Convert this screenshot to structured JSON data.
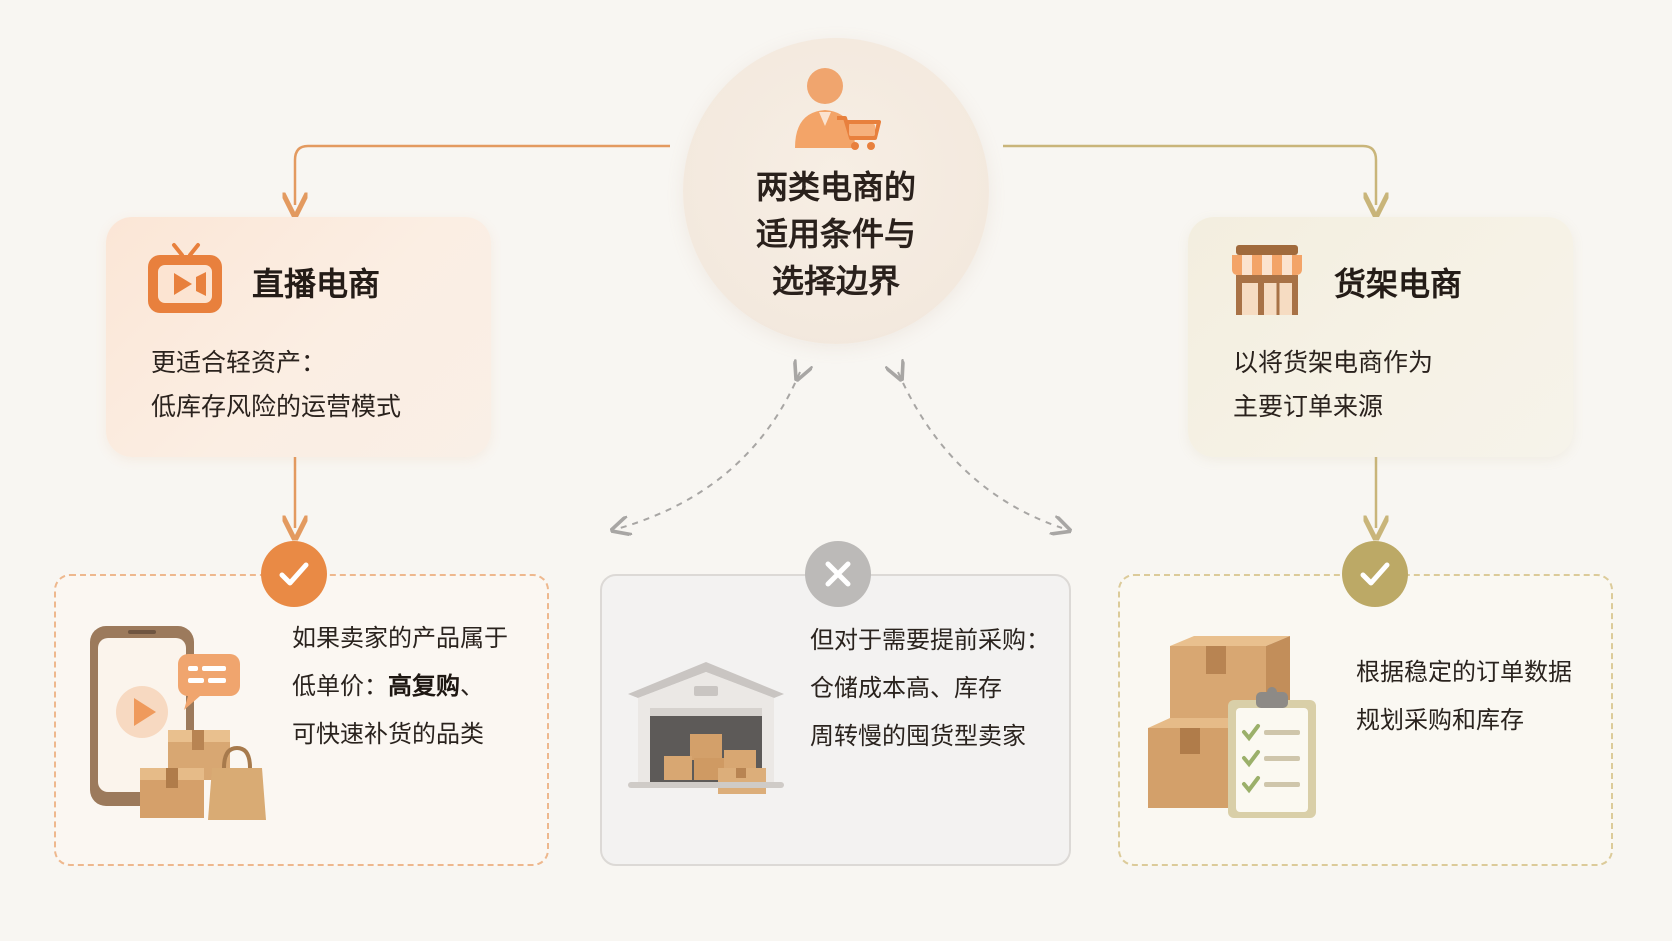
{
  "center": {
    "title_lines": [
      "两类电商的",
      "适用条件与",
      "选择边界"
    ],
    "icon": "shopper-with-cart-icon"
  },
  "live": {
    "title": "直播电商",
    "icon": "tv-video-icon",
    "desc_lines": [
      "更适合轻资产：",
      "低库存风险的运营模式"
    ],
    "accent": "#e98a45"
  },
  "shelf": {
    "title": "货架电商",
    "icon": "storefront-icon",
    "desc_lines": [
      "以将货架电商作为",
      "主要订单来源"
    ],
    "accent": "#bca966"
  },
  "boxes": {
    "live_ok": {
      "icon": "phone-with-boxes-icon",
      "badge": "check-icon",
      "line1": "如果卖家的产品属于",
      "line2_prefix": "低单价：",
      "line2_bold": "高复购",
      "line2_suffix": "、",
      "line3": "可快速补货的品类"
    },
    "not_fit": {
      "icon": "warehouse-icon",
      "badge": "x-icon",
      "lines": [
        "但对于需要提前采购：",
        "仓储成本高、库存",
        "周转慢的囤货型卖家"
      ]
    },
    "shelf_ok": {
      "icon": "boxes-checklist-icon",
      "badge": "check-icon",
      "lines": [
        "根据稳定的订单数据",
        "规划采购和库存"
      ]
    }
  },
  "colors": {
    "orange": "#e98a45",
    "olive": "#bca966",
    "gray": "#bcbab8",
    "background": "#f8f6f2"
  }
}
